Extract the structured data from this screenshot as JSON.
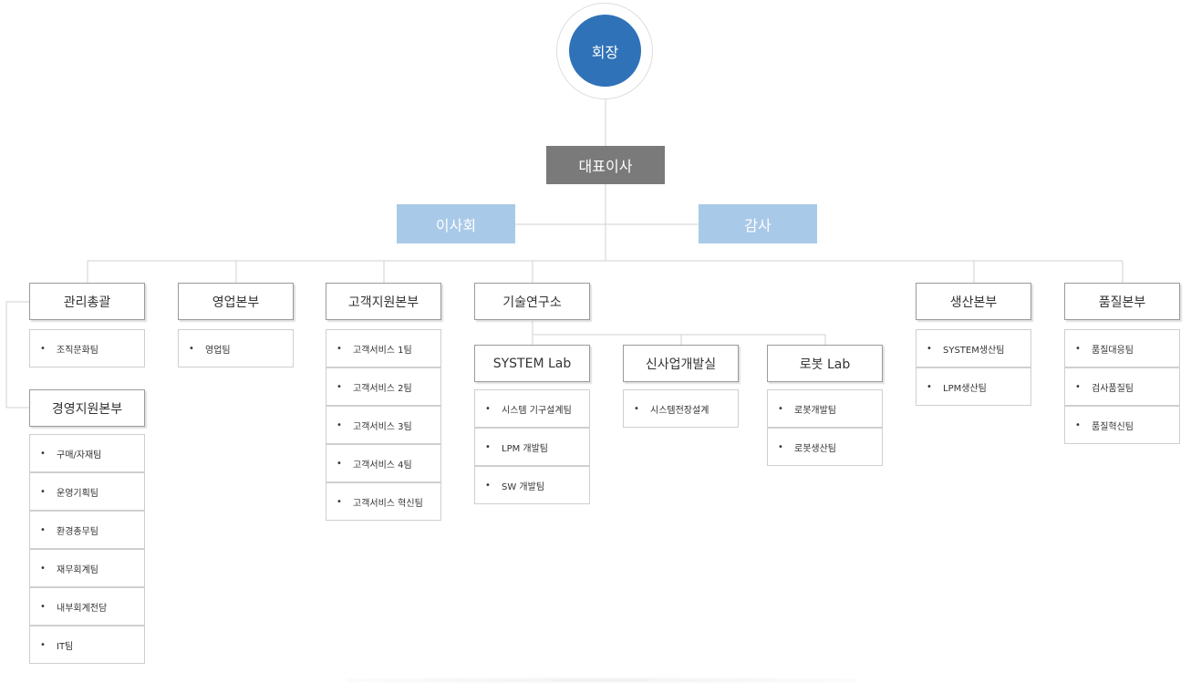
{
  "chairman": "회장",
  "ceo": "대표이사",
  "board": "이사회",
  "audit": "감사",
  "departments": [
    {
      "name": "관리총괄",
      "teams": [
        "조직문화팀"
      ]
    },
    {
      "name": "경영지원본부",
      "teams": [
        "구매/자재팀",
        "운영기획팀",
        "환경총무팀",
        "재무회계팀",
        "내부회계전담",
        "IT팀"
      ]
    },
    {
      "name": "영업본부",
      "teams": [
        "영업팀"
      ]
    },
    {
      "name": "고객지원본부",
      "teams": [
        "고객서비스 1팀",
        "고객서비스 2팀",
        "고객서비스 3팀",
        "고객서비스 4팀",
        "고객서비스 혁신팀"
      ]
    },
    {
      "name": "기술연구소",
      "teams": []
    },
    {
      "name": "SYSTEM Lab",
      "teams": [
        "시스템 기구설계팀",
        "LPM 개발팀",
        "SW 개발팀"
      ]
    },
    {
      "name": "신사업개발실",
      "teams": [
        "시스템전장설계"
      ]
    },
    {
      "name": "로봇 Lab",
      "teams": [
        "로봇개발팀",
        "로봇생산팀"
      ]
    },
    {
      "name": "생산본부",
      "teams": [
        "SYSTEM생산팀",
        "LPM생산팀"
      ]
    },
    {
      "name": "품질본부",
      "teams": [
        "품질대응팀",
        "검사품질팀",
        "품질혁신팀"
      ]
    }
  ]
}
